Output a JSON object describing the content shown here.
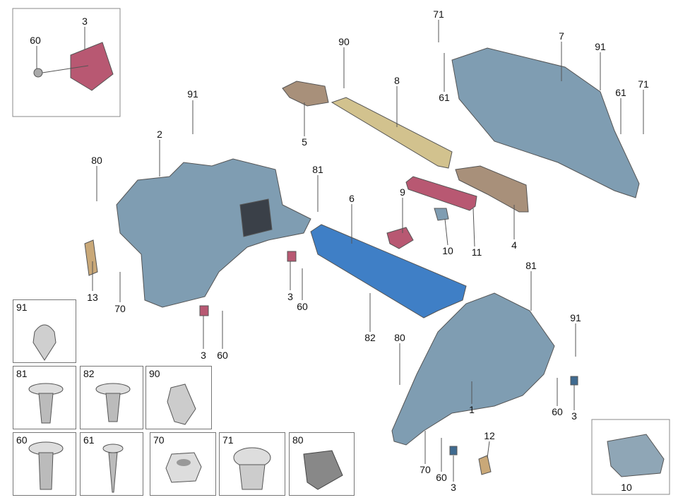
{
  "diagram_title": "",
  "colors": {
    "trim_gray_blue": "#7f9db2",
    "load_floor_blue": "#3f7fc6",
    "sill_tan": "#d2c28e",
    "bracket_pink": "#b85872",
    "cover_brown": "#a8907a",
    "line": "#333333"
  },
  "callouts": [
    "60",
    "3",
    "91",
    "2",
    "80",
    "13",
    "70",
    "3",
    "60",
    "3",
    "60",
    "90",
    "8",
    "5",
    "81",
    "6",
    "9",
    "10",
    "11",
    "4",
    "71",
    "61",
    "7",
    "91",
    "61",
    "71",
    "82",
    "81",
    "91",
    "80",
    "60",
    "3",
    "1",
    "12",
    "70",
    "60",
    "3",
    "10"
  ],
  "hardware_boxes": [
    "91",
    "81",
    "82",
    "90",
    "60",
    "61",
    "70",
    "71",
    "80"
  ]
}
